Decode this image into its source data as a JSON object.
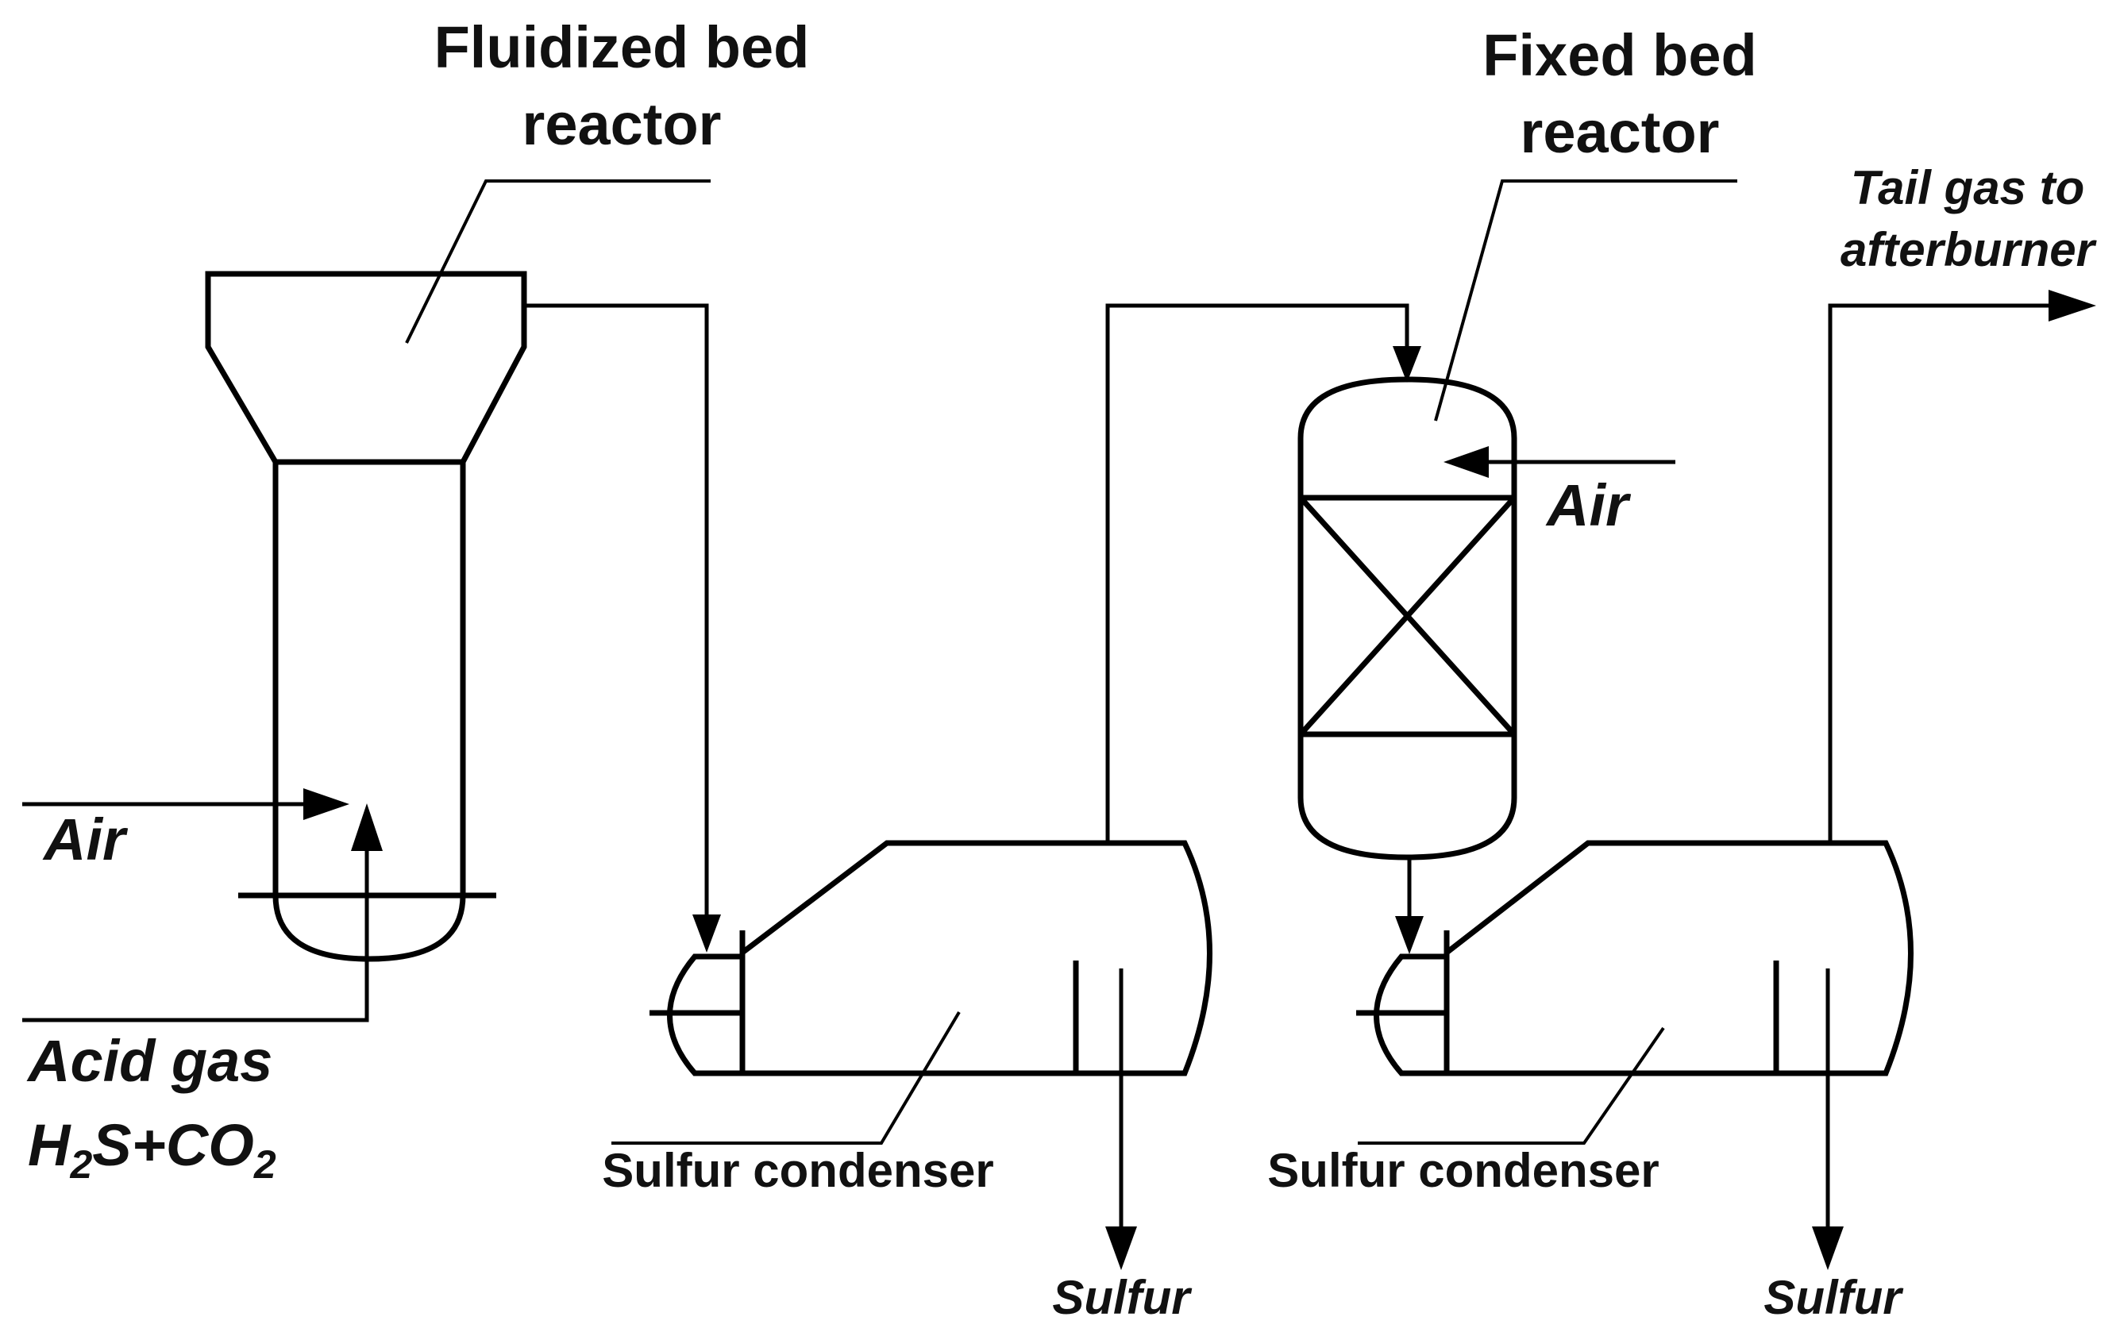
{
  "labels": {
    "fluidized_bed_line1": "Fluidized bed",
    "fluidized_bed_line2": "reactor",
    "fixed_bed_line1": "Fixed bed",
    "fixed_bed_line2": "reactor",
    "tail_gas_line1": "Tail gas to",
    "tail_gas_line2": "afterburner",
    "air_inlet_1": "Air",
    "air_inlet_2": "Air",
    "acid_gas_line1": "Acid gas",
    "feed_h": "H",
    "feed_sub_2a": "2",
    "feed_mid": "S+CO",
    "feed_sub_2b": "2",
    "condenser_1": "Sulfur condenser",
    "condenser_2": "Sulfur condenser",
    "sulfur_outlet_1": "Sulfur",
    "sulfur_outlet_2": "Sulfur"
  }
}
